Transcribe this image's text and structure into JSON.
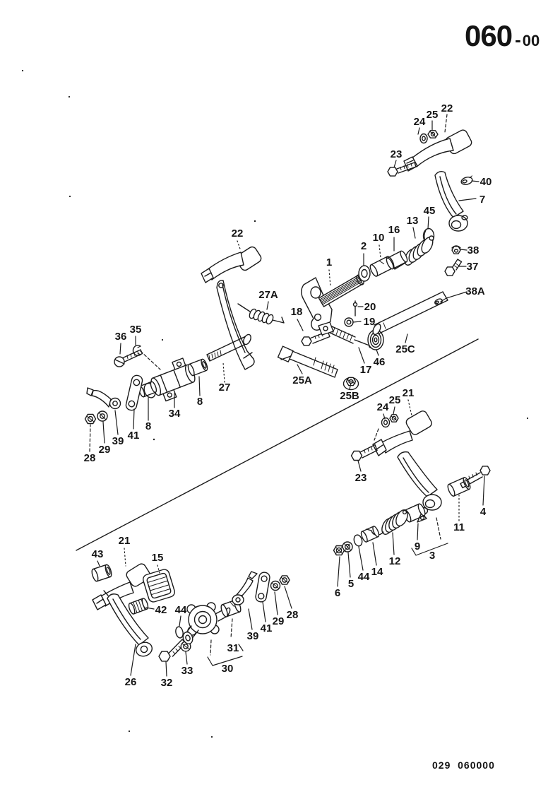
{
  "page": {
    "header": {
      "code": "060",
      "separator": "-",
      "suffix": "00"
    },
    "footer": "029  060000"
  },
  "callouts": {
    "t24": "24",
    "t25": "25",
    "t22": "22",
    "t23": "23",
    "t40": "40",
    "t7": "7",
    "t45": "45",
    "t13": "13",
    "t38": "38",
    "t37": "37",
    "t38A": "38A",
    "m22": "22",
    "m1": "1",
    "m2": "2",
    "m10": "10",
    "m16": "16",
    "m20": "20",
    "m19": "19",
    "m18": "18",
    "m17": "17",
    "m46": "46",
    "m25C": "25C",
    "m25A": "25A",
    "m25B": "25B",
    "m27A": "27A",
    "l36": "36",
    "l35": "35",
    "l27": "27",
    "l34": "34",
    "l8a": "8",
    "l8b": "8",
    "l41": "41",
    "l39": "39",
    "l29": "29",
    "l28": "28",
    "r21": "21",
    "r25": "25",
    "r24": "24",
    "r23": "23",
    "r4": "4",
    "r11": "11",
    "r9": "9",
    "r3": "3",
    "r12": "12",
    "r14": "14",
    "r44": "44",
    "r5": "5",
    "r6": "6",
    "b43": "43",
    "b21": "21",
    "b15": "15",
    "b42": "42",
    "b44": "44",
    "b26": "26",
    "b32": "32",
    "b33": "33",
    "b30": "30",
    "b31": "31",
    "b39": "39",
    "b41": "41",
    "b29": "29",
    "b28": "28"
  }
}
